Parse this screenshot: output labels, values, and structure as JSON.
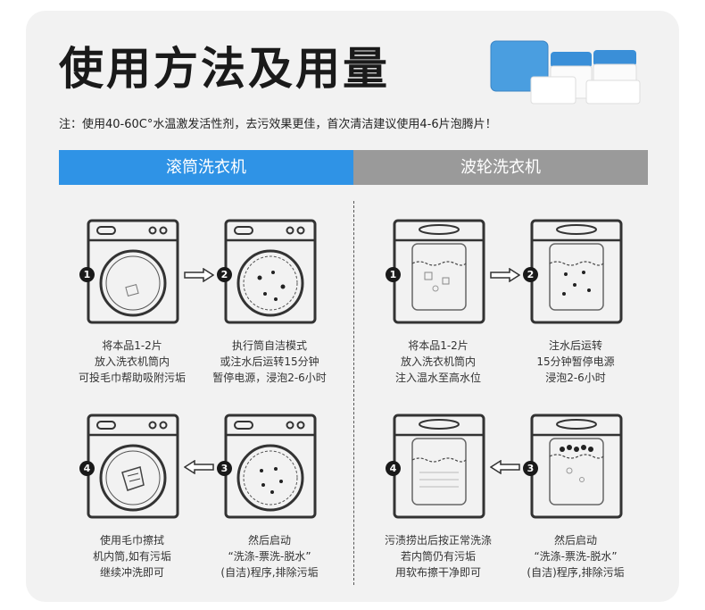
{
  "title": "使用方法及用量",
  "note": "注：使用40-60C°水温激发活性剂，去污效果更佳，首次清洁建议使用4-6片泡腾片！",
  "tabs": {
    "drum": "滚筒洗衣机",
    "pulsator": "波轮洗衣机"
  },
  "drum_steps": [
    {
      "num": "1",
      "lines": [
        "将本品1-2片",
        "放入洗衣机筒内",
        "可投毛巾帮助吸附污垢"
      ]
    },
    {
      "num": "2",
      "lines": [
        "执行筒自洁模式",
        "或注水后运转15分钟",
        "暂停电源，浸泡2-6小时"
      ]
    },
    {
      "num": "3",
      "lines": [
        "然后启动",
        "“洗涤-票洗-脱水”",
        "(自洁)程序,排除污垢"
      ]
    },
    {
      "num": "4",
      "lines": [
        "使用毛巾擦拭",
        "机内筒,如有污垢",
        "继续冲洗即可"
      ]
    }
  ],
  "pulsator_steps": [
    {
      "num": "1",
      "lines": [
        "将本品1-2片",
        "放入洗衣机筒内",
        "注入温水至高水位"
      ]
    },
    {
      "num": "2",
      "lines": [
        "注水后运转",
        "15分钟暂停电源",
        "浸泡2-6小时"
      ]
    },
    {
      "num": "3",
      "lines": [
        "然后启动",
        "“洗涤-票洗-脱水”",
        "(自洁)程序,排除污垢"
      ]
    },
    {
      "num": "4",
      "lines": [
        "污渍捞出后按正常洗涤",
        "若内筒仍有污垢",
        "用软布擦干净即可"
      ]
    }
  ],
  "colors": {
    "drum_tab": "#2f93e6",
    "pulsator_tab": "#9a9a9a",
    "tablet_blue": "#3a8fd8"
  }
}
